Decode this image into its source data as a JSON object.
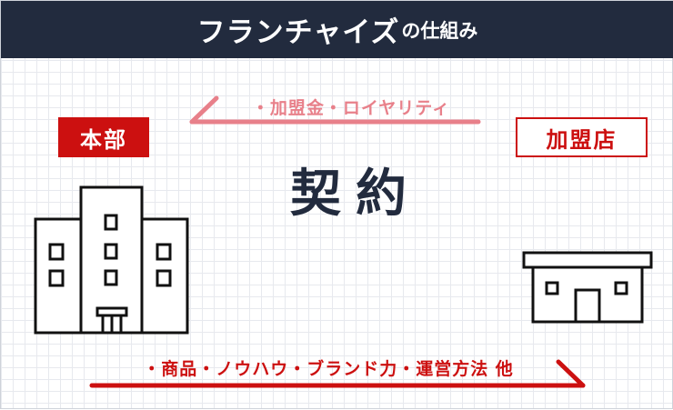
{
  "header": {
    "title_main": "フランチャイズ",
    "title_sub": "の仕組み"
  },
  "labels": {
    "headquarters": "本部",
    "franchisee": "加盟店",
    "contract": "契約"
  },
  "flows": {
    "to_headquarters": "・加盟金・ロイヤリティ",
    "to_franchisee": "・商品・ノウハウ・ブランド力・運営方法 他"
  },
  "colors": {
    "header_bg": "#222b3e",
    "accent_red": "#cc1010",
    "accent_pink": "#e8808a",
    "contract_text": "#222b3e"
  },
  "icons": {
    "headquarters": "office-building-icon",
    "franchisee": "shop-icon"
  }
}
